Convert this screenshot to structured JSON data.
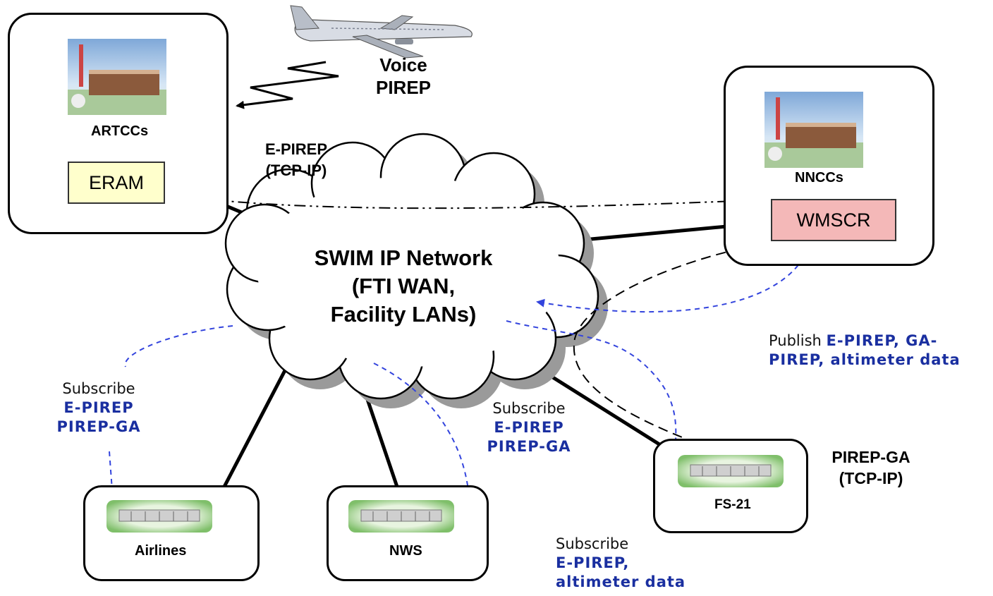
{
  "nodes": {
    "artccs": {
      "label": "ARTCCs"
    },
    "nnccs": {
      "label": "NNCCs"
    },
    "airlines": {
      "label": "Airlines"
    },
    "nws": {
      "label": "NWS"
    },
    "fs21": {
      "label": "FS-21"
    }
  },
  "systems": {
    "eram": {
      "label": "ERAM",
      "color": "#ffffcc"
    },
    "wmscr": {
      "label": "WMSCR",
      "color": "#f4b8b8"
    }
  },
  "network": {
    "line1": "SWIM IP Network",
    "line2": "(FTI WAN,",
    "line3": "Facility LANs)"
  },
  "links": {
    "voice": {
      "line1": "Voice",
      "line2": "PIREP"
    },
    "epirep": {
      "line1": "E-PIREP",
      "line2": "(TCP-IP)"
    },
    "pirep_ga": {
      "line1": "PIREP-GA",
      "line2": "(TCP-IP)"
    }
  },
  "annotations": {
    "publish": {
      "prefix": "Publish",
      "text1": "E-PIREP, GA-",
      "text2": "PIREP, altimeter data"
    },
    "sub_airlines": {
      "prefix": "Subscribe",
      "text1": "E-PIREP",
      "text2": "PIREP-GA"
    },
    "sub_nws": {
      "prefix": "Subscribe",
      "text1": "E-PIREP",
      "text2": "PIREP-GA"
    },
    "sub_fs21": {
      "prefix": "Subscribe",
      "text1": "E-PIREP,",
      "text2": "altimeter data"
    }
  },
  "colors": {
    "subscribe_arrow": "#3344dd",
    "annotation_blue": "#1a2fa0",
    "cloud_fill": "#ffffff",
    "cloud_shadow": "#9a9a9a"
  }
}
